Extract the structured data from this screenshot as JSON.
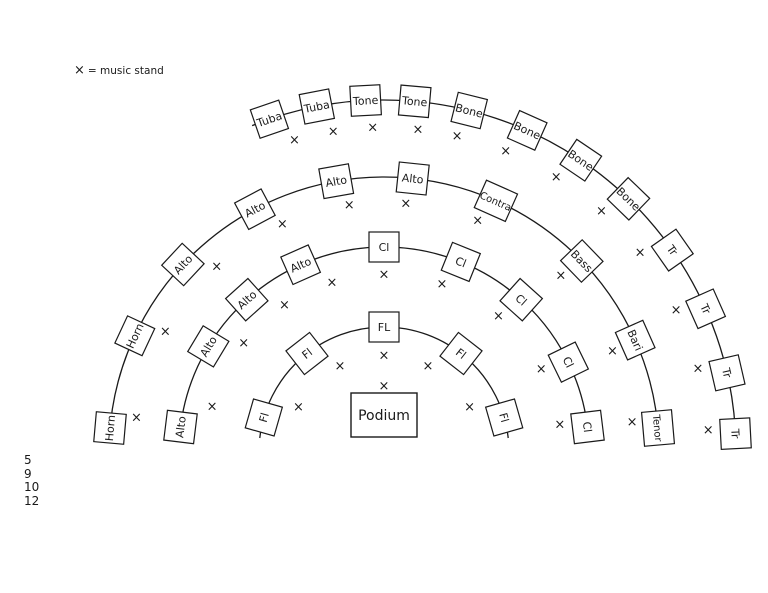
{
  "legend": {
    "symbol": "×",
    "text": "= music stand"
  },
  "podium": {
    "label": "Podium"
  },
  "row_counts": [
    "5",
    "9",
    "10",
    "12"
  ],
  "rows": [
    {
      "name": "row-1",
      "seats": [
        {
          "label": "Fl",
          "seat_angle": 164,
          "stand_angle": 152
        },
        {
          "label": "Fl",
          "seat_angle": 128,
          "stand_angle": 117
        },
        {
          "label": "FL",
          "seat_angle": 90,
          "stand_angle": 90
        },
        {
          "label": "Fl",
          "seat_angle": 52,
          "stand_angle": 63
        },
        {
          "label": "Fl",
          "seat_angle": 16,
          "stand_angle": 28
        }
      ]
    },
    {
      "name": "row-2",
      "seats": [
        {
          "label": "Alto",
          "seat_angle": 173,
          "stand_angle": 165
        },
        {
          "label": "Alto",
          "seat_angle": 149,
          "stand_angle": 142
        },
        {
          "label": "Alto",
          "seat_angle": 132,
          "stand_angle": 124
        },
        {
          "label": "Alto",
          "seat_angle": 114,
          "stand_angle": 107
        },
        {
          "label": "Cl",
          "seat_angle": 90,
          "stand_angle": 90
        },
        {
          "label": "Cl",
          "seat_angle": 68,
          "stand_angle": 71
        },
        {
          "label": "Cl",
          "seat_angle": 48,
          "stand_angle": 50
        },
        {
          "label": "Cl",
          "seat_angle": 26,
          "stand_angle": 28
        },
        {
          "label": "Cl",
          "seat_angle": 7,
          "stand_angle": 9
        }
      ]
    },
    {
      "name": "row-3",
      "seats": [
        {
          "label": "Horn",
          "seat_angle": 175,
          "stand_angle": 172
        },
        {
          "label": "Horn",
          "seat_angle": 155,
          "stand_angle": 151
        },
        {
          "label": "Alto",
          "seat_angle": 137,
          "stand_angle": 132
        },
        {
          "label": "Alto",
          "seat_angle": 118,
          "stand_angle": 114
        },
        {
          "label": "Alto",
          "seat_angle": 100,
          "stand_angle": 98
        },
        {
          "label": "Alto",
          "seat_angle": 84,
          "stand_angle": 85
        },
        {
          "label": "Contra",
          "seat_angle": 66,
          "stand_angle": 68
        },
        {
          "label": "Bass",
          "seat_angle": 44,
          "stand_angle": 45
        },
        {
          "label": "Bari",
          "seat_angle": 24,
          "stand_angle": 24
        },
        {
          "label": "Tenor",
          "seat_angle": 5,
          "stand_angle": 7
        }
      ]
    },
    {
      "name": "row-4",
      "seats": [
        {
          "label": "Tuba",
          "seat_angle": 109,
          "stand_angle": 106
        },
        {
          "label": "Tuba",
          "seat_angle": 101,
          "stand_angle": 99
        },
        {
          "label": "Tone",
          "seat_angle": 93,
          "stand_angle": 92
        },
        {
          "label": "Tone",
          "seat_angle": 85,
          "stand_angle": 84
        },
        {
          "label": "Bone",
          "seat_angle": 76,
          "stand_angle": 77
        },
        {
          "label": "Bone",
          "seat_angle": 66,
          "stand_angle": 68
        },
        {
          "label": "Bone",
          "seat_angle": 56,
          "stand_angle": 58
        },
        {
          "label": "Bone",
          "seat_angle": 46,
          "stand_angle": 48
        },
        {
          "label": "Tr",
          "seat_angle": 35,
          "stand_angle": 38
        },
        {
          "label": "Tr",
          "seat_angle": 24,
          "stand_angle": 26
        },
        {
          "label": "Tr",
          "seat_angle": 13,
          "stand_angle": 15
        },
        {
          "label": "Tr",
          "seat_angle": 3,
          "stand_angle": 4
        }
      ]
    }
  ]
}
